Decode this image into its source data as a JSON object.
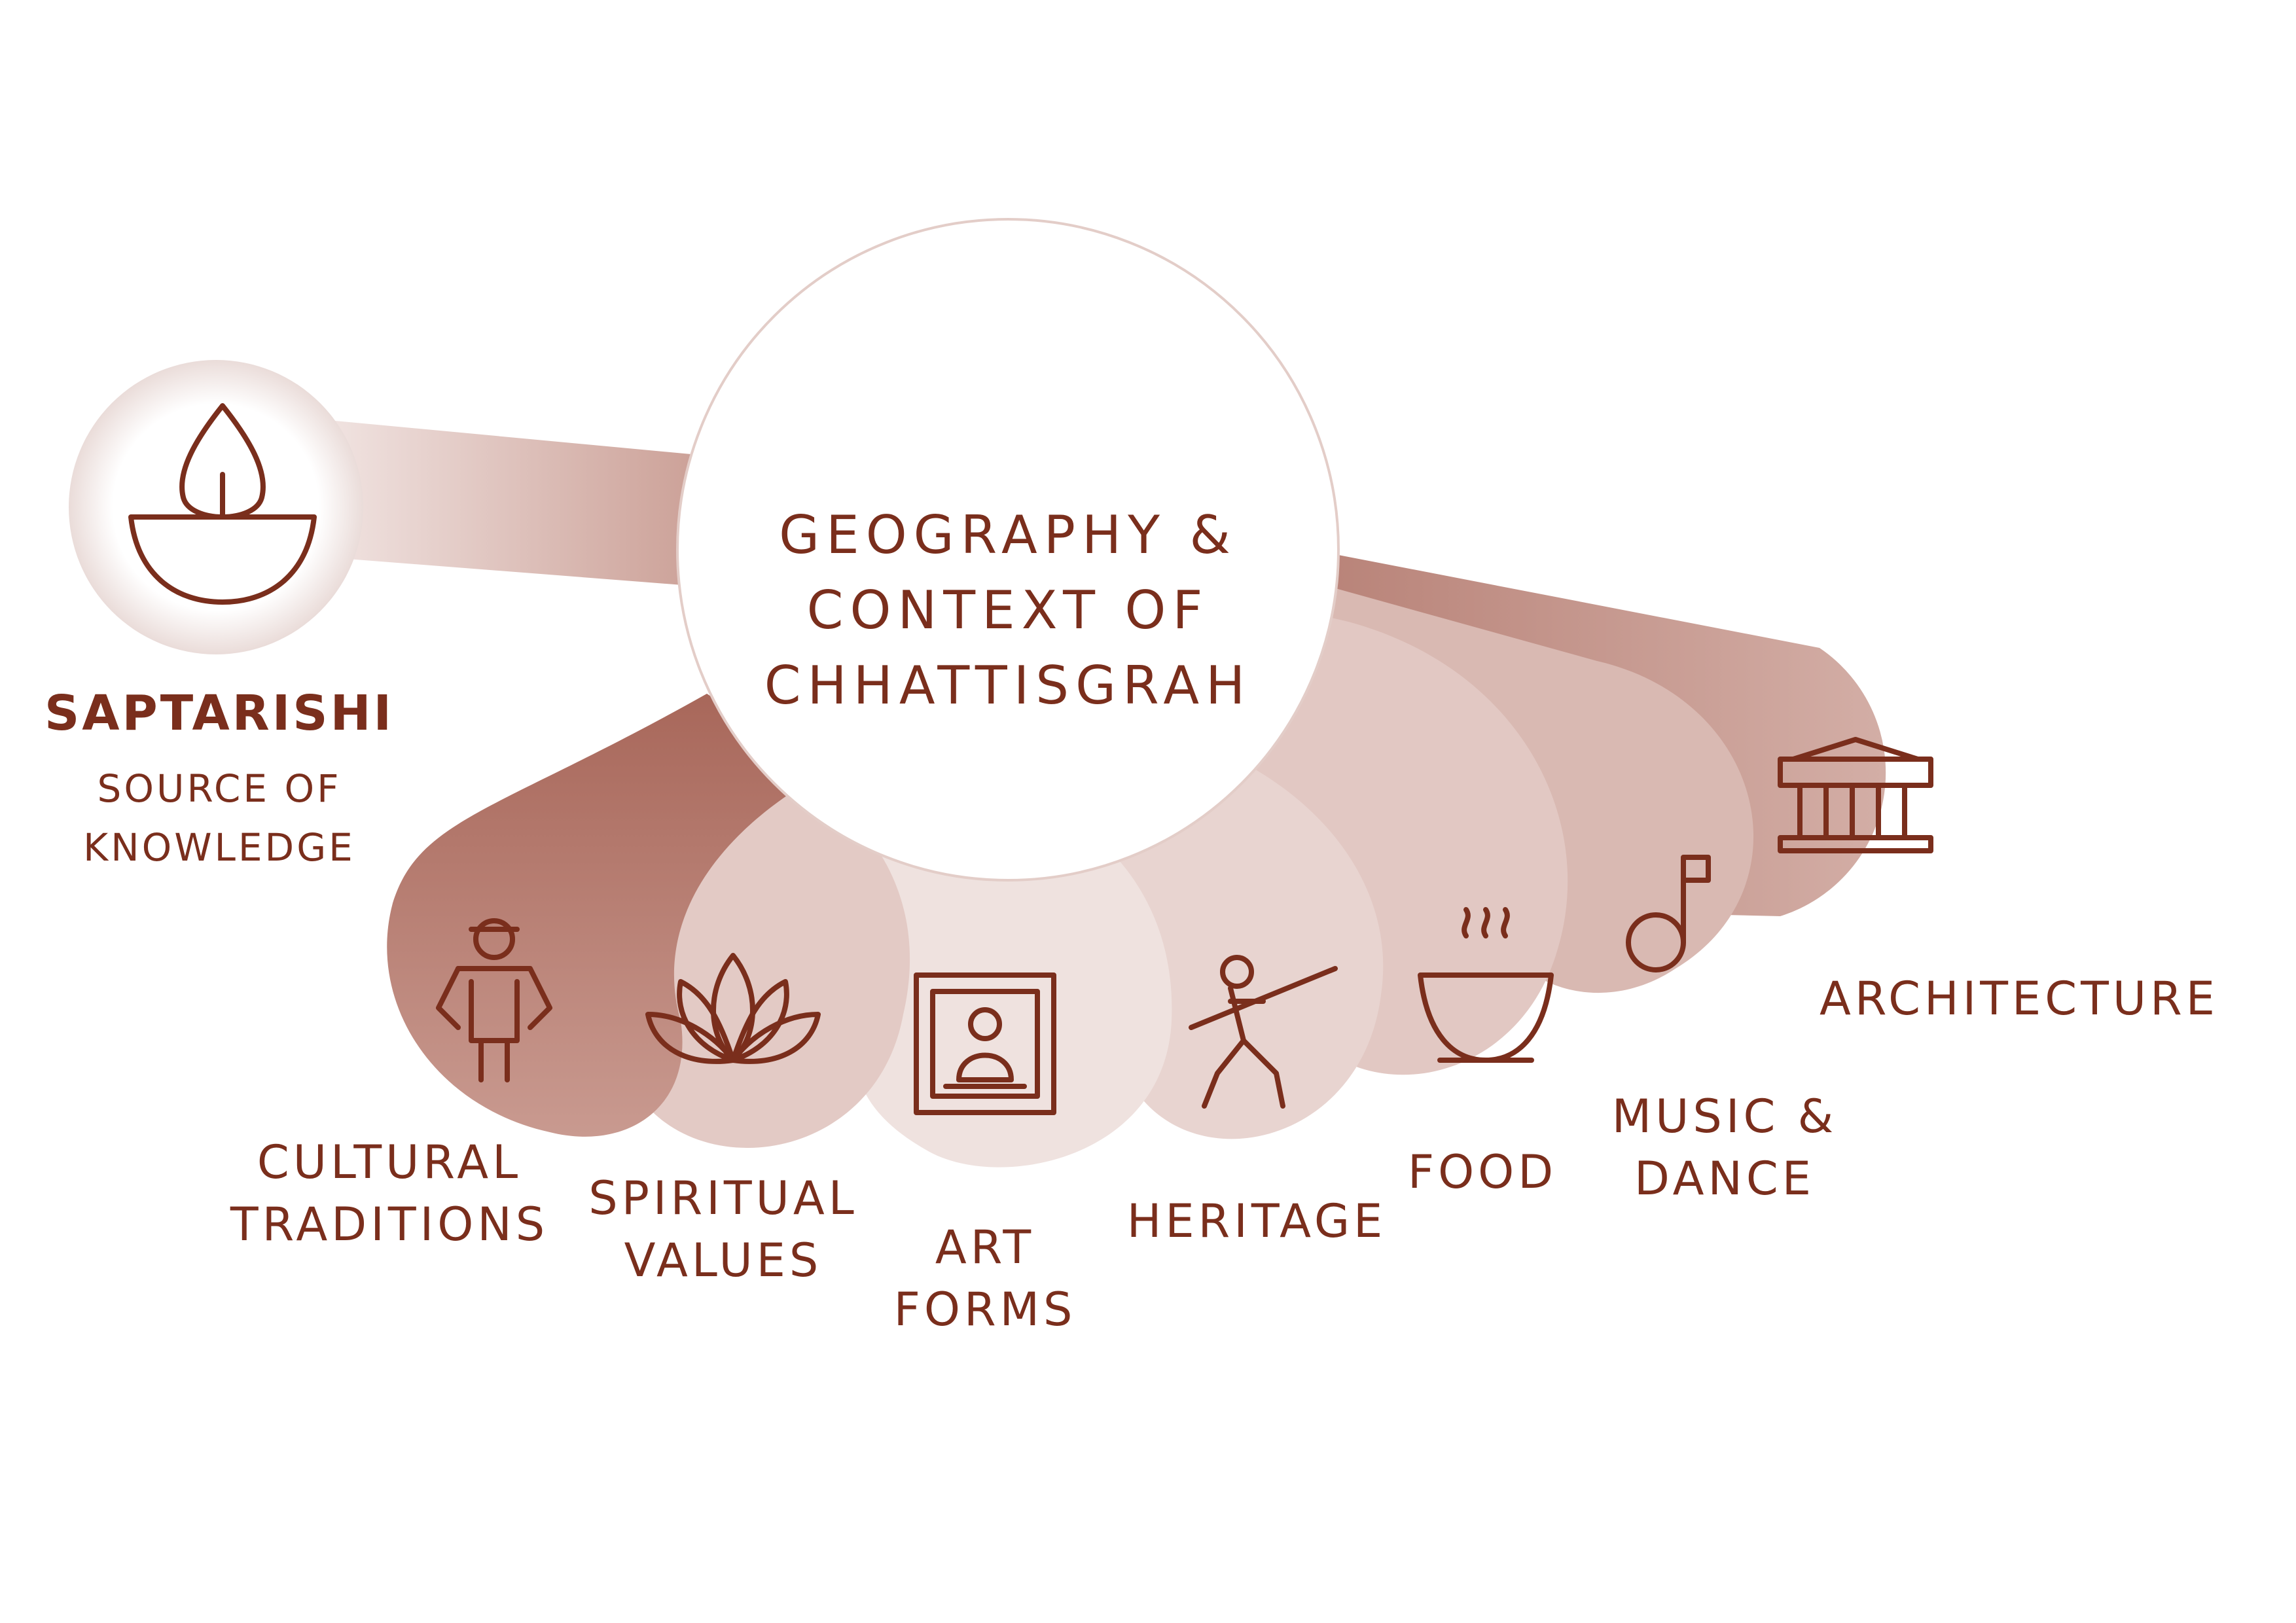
{
  "colors": {
    "accent": "#7a2e1c",
    "petal_dark": "#c4948a",
    "petal_mid": "#dbbdb7",
    "petal_light": "#ebdedc",
    "background": "#ffffff"
  },
  "source": {
    "icon": "diya-lamp-icon",
    "title": "SAPTARISHI",
    "subtitle_line1": "SOURCE OF",
    "subtitle_line2": "KNOWLEDGE"
  },
  "center": {
    "line1": "GEOGRAPHY &",
    "line2": "CONTEXT OF",
    "line3": "CHHATTISGRAH"
  },
  "nodes": [
    {
      "icon": "person-icon",
      "line1": "CULTURAL",
      "line2": "TRADITIONS"
    },
    {
      "icon": "lotus-icon",
      "line1": "SPIRITUAL",
      "line2": "VALUES"
    },
    {
      "icon": "framed-art-icon",
      "line1": "ART",
      "line2": "FORMS"
    },
    {
      "icon": "warrior-icon",
      "line1": "HERITAGE",
      "line2": ""
    },
    {
      "icon": "bowl-icon",
      "line1": "FOOD",
      "line2": ""
    },
    {
      "icon": "music-note-icon",
      "line1": "MUSIC &",
      "line2": "DANCE"
    },
    {
      "icon": "temple-icon",
      "line1": "ARCHITECTURE",
      "line2": ""
    }
  ]
}
